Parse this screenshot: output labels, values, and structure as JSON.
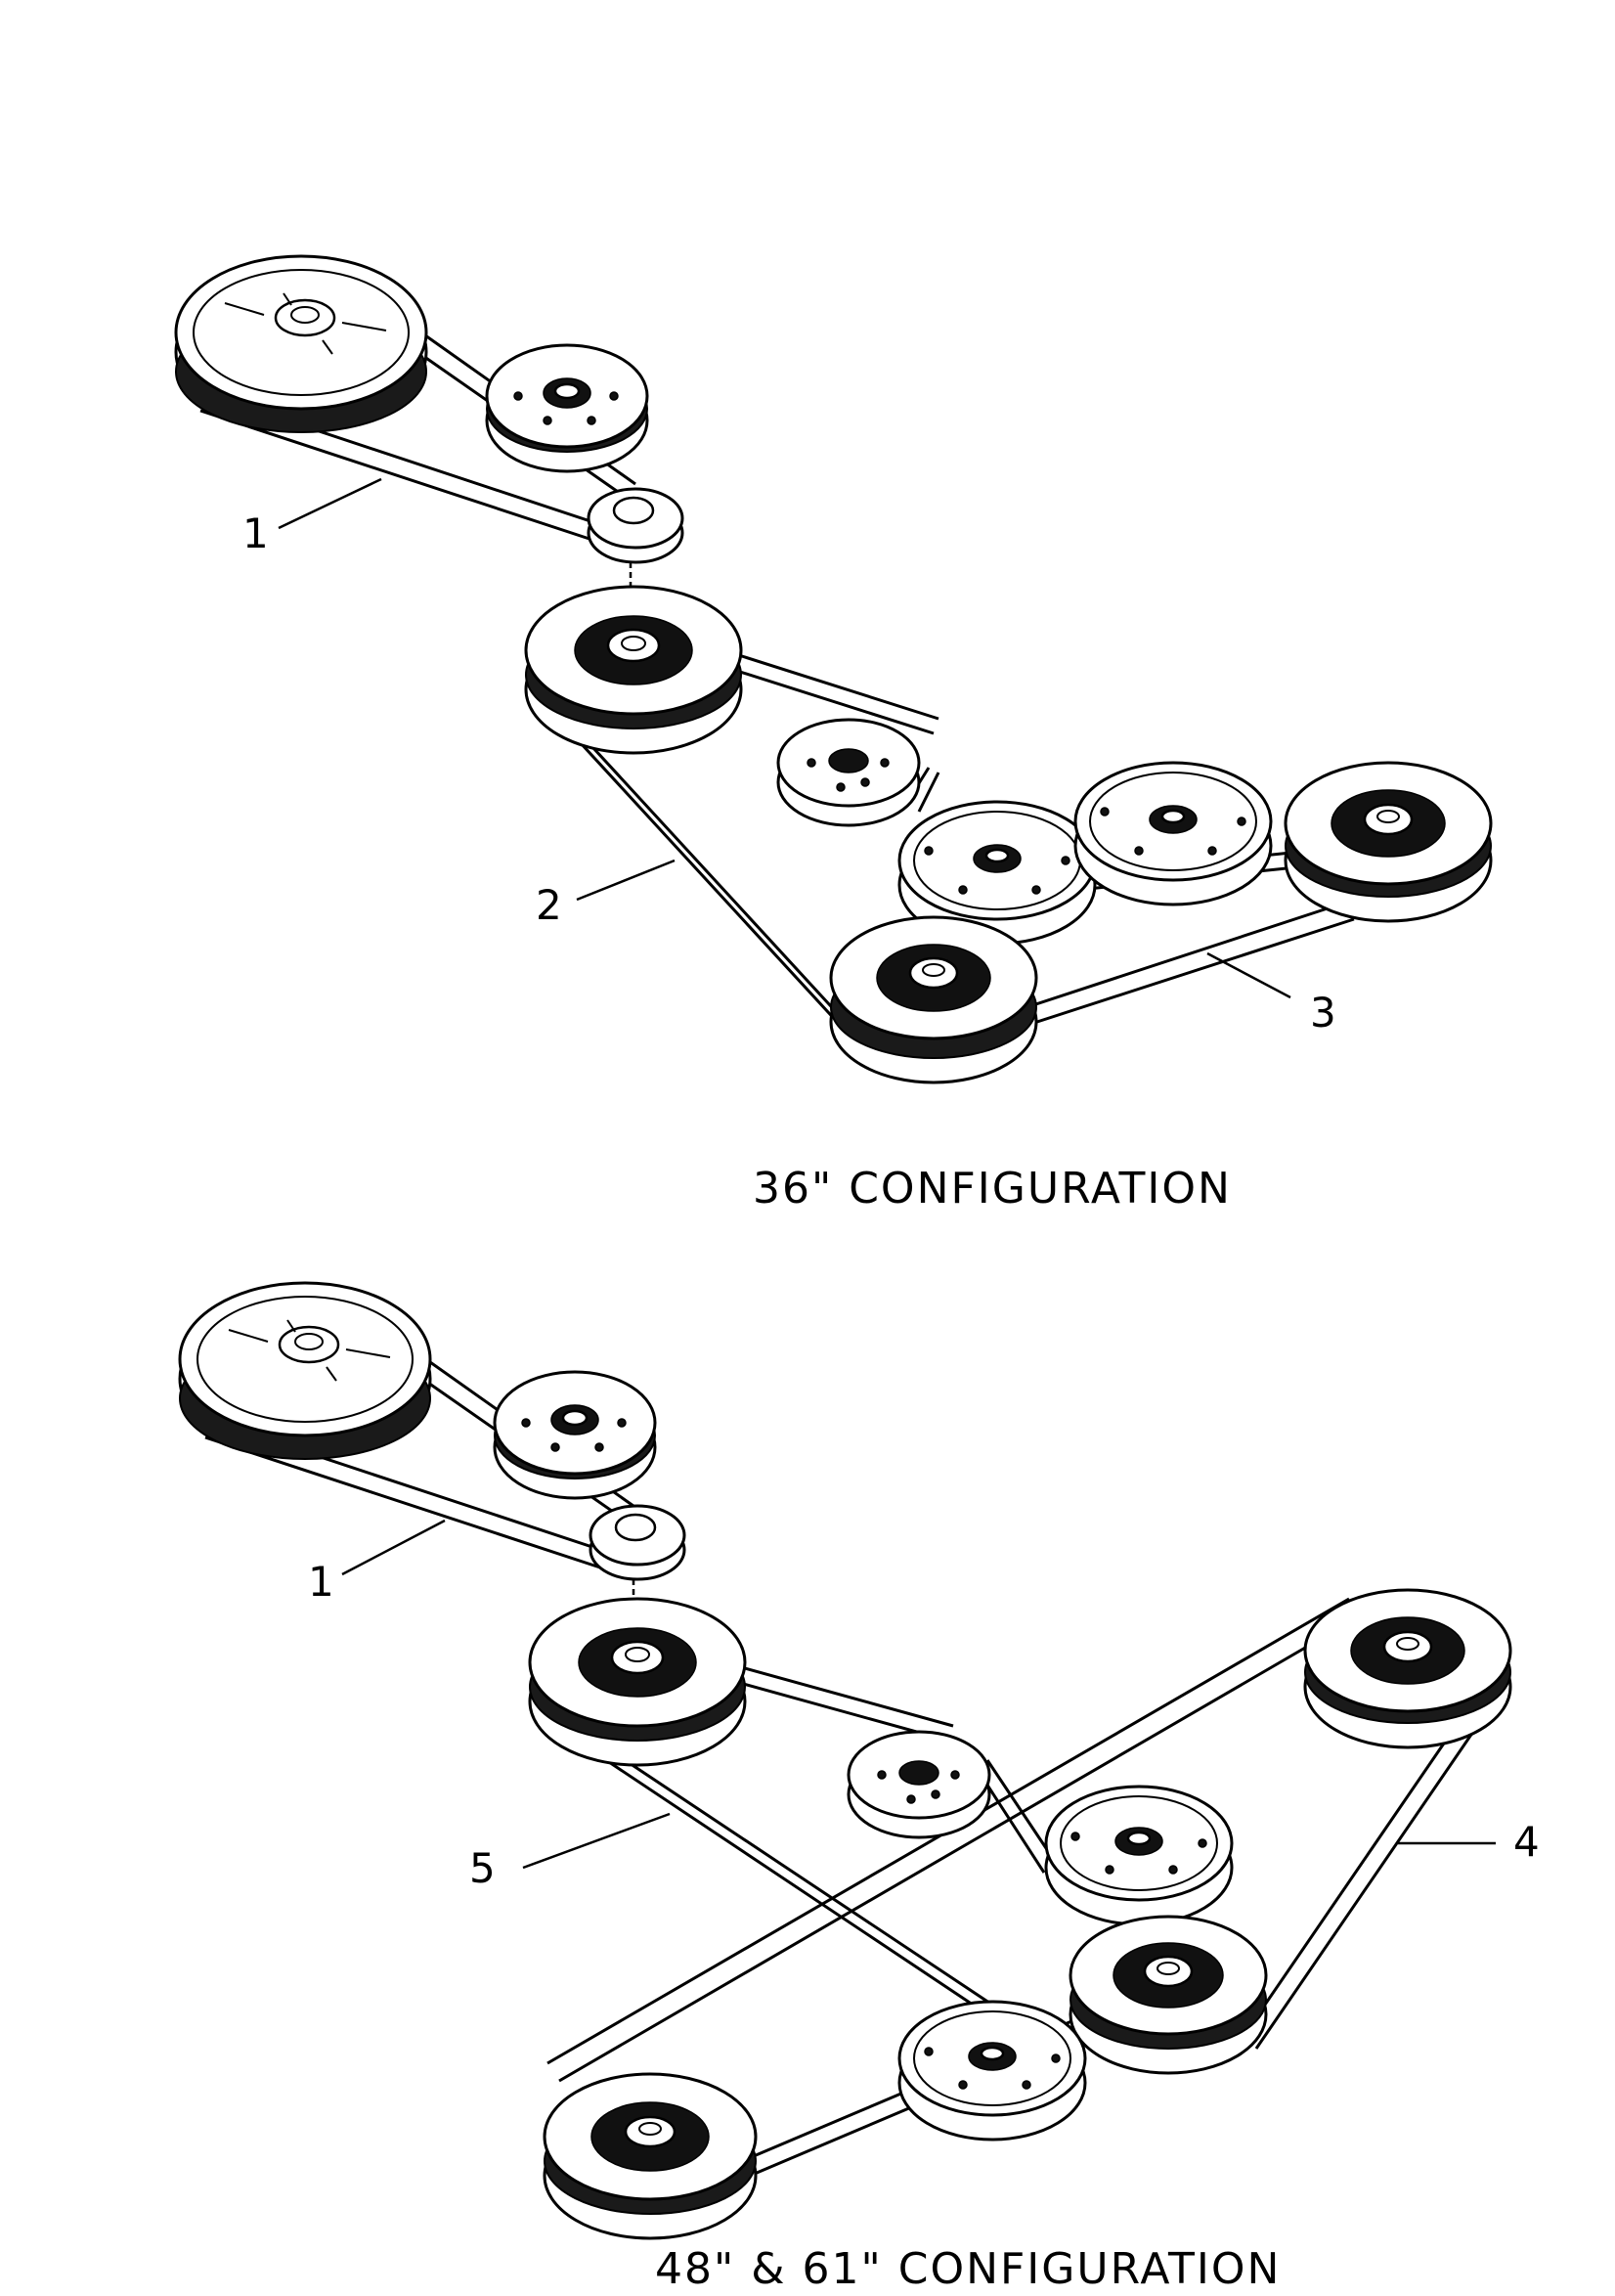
{
  "diagrams": [
    {
      "caption": "36\"   CONFIGURATION",
      "callouts": [
        "1",
        "2",
        "3"
      ]
    },
    {
      "caption": "48\"   &  61\"   CONFIGURATION",
      "callouts": [
        "1",
        "5",
        "4"
      ]
    }
  ]
}
